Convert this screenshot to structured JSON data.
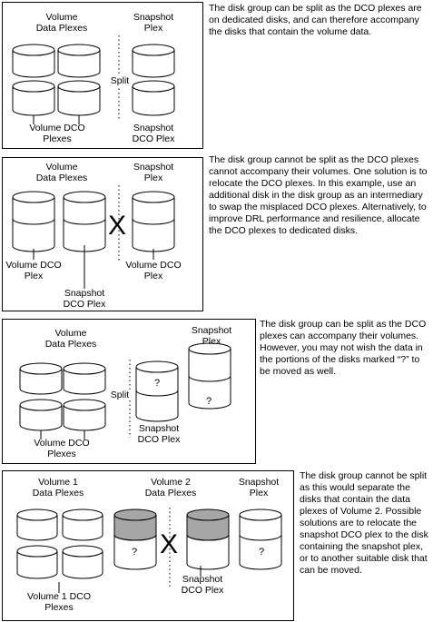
{
  "panel1": {
    "volume_data_plexes": "Volume\nData Plexes",
    "snapshot_plex": "Snapshot\nPlex",
    "split": "Split",
    "volume_dco_plexes": "Volume DCO\nPlexes",
    "snapshot_dco_plex": "Snapshot\nDCO Plex",
    "description": "The disk group can be split as the DCO plexes are on dedicated disks, and can therefore accompany the disks that contain the volume data."
  },
  "panel2": {
    "volume_data_plexes": "Volume\nData Plexes",
    "snapshot_plex": "Snapshot\nPlex",
    "x_mark": "X",
    "volume_dco_plex_left": "Volume DCO\nPlex",
    "volume_dco_plex_right": "Volume DCO\nPlex",
    "snapshot_dco_plex": "Snapshot\nDCO Plex",
    "description": "The disk group cannot be split as the DCO plexes cannot accompany their volumes. One solution is to relocate the DCO plexes. In this example, use an additional disk in the disk group as an intermediary to swap the misplaced DCO plexes. Alternatively, to improve DRL performance and resilience, allocate the DCO plexes to dedicated disks."
  },
  "panel3": {
    "volume_data_plexes": "Volume\nData Plexes",
    "snapshot_plex": "Snapshot\nPlex",
    "split": "Split",
    "q_mark": "?",
    "volume_dco_plexes": "Volume DCO\nPlexes",
    "snapshot_dco_plex": "Snapshot\nDCO Plex",
    "description": "The disk group can be split as the DCO plexes can accompany their volumes. However, you may not wish the data in the portions of the disks marked “?” to be moved as well."
  },
  "panel4": {
    "volume1_data_plexes": "Volume 1\nData Plexes",
    "volume2_data_plexes": "Volume 2\nData Plexes",
    "snapshot_plex": "Snapshot\nPlex",
    "x_mark": "X",
    "q_mark": "?",
    "volume1_dco_plexes": "Volume 1 DCO\nPlexes",
    "snapshot_dco_plex": "Snapshot\nDCO Plex",
    "description": "The disk group cannot be split as this would separate the disks that contain the data plexes of Volume 2. Possible solutions are to relocate the snapshot DCO plex to the disk containing the snapshot plex, or to another suitable disk that can be moved."
  },
  "colors": {
    "volume2_fill": "#a6a6a6"
  }
}
